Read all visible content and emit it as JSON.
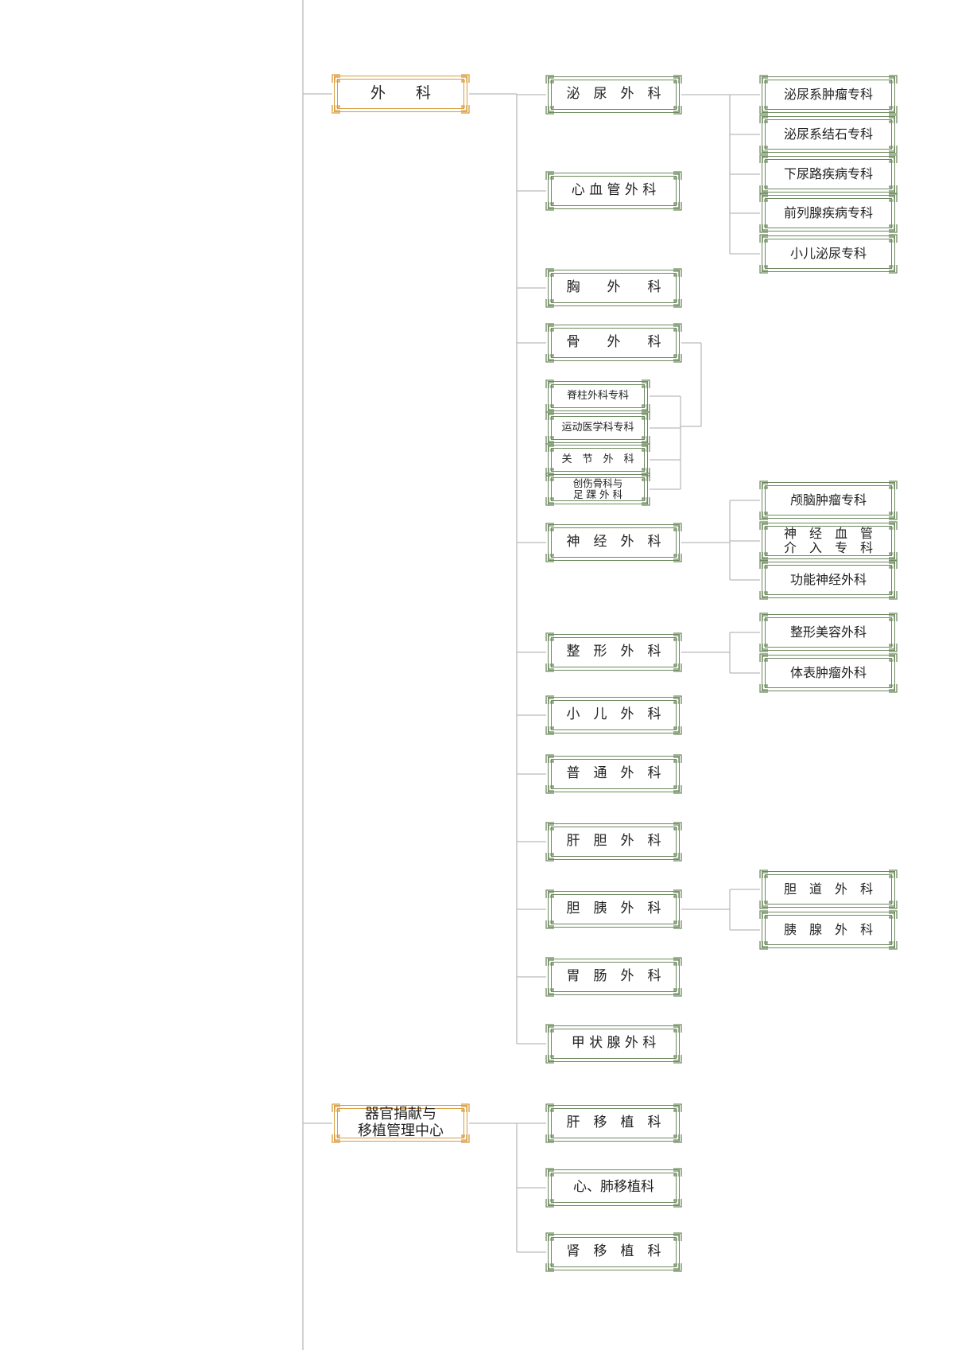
{
  "colors": {
    "line": "#bbbbbb",
    "green_frame": "#6d8a5e",
    "orange_frame": "#d99a3a",
    "text": "#222222"
  },
  "roots": [
    {
      "id": "surgery",
      "label": "外　　科"
    },
    {
      "id": "transplant",
      "label": "器官捐献与\n移植管理中心"
    }
  ],
  "departments": [
    {
      "id": "urology",
      "label": "泌　尿　外　科"
    },
    {
      "id": "cardiovascular",
      "label": "心 血 管 外 科"
    },
    {
      "id": "thoracic",
      "label": "胸　　外　　科"
    },
    {
      "id": "orthopedics",
      "label": "骨　　外　　科"
    },
    {
      "id": "neurosurgery",
      "label": "神　经　外　科"
    },
    {
      "id": "plastic",
      "label": "整　形　外　科"
    },
    {
      "id": "pediatric",
      "label": "小　儿　外　科"
    },
    {
      "id": "general",
      "label": "普　通　外　科"
    },
    {
      "id": "hepatobiliary",
      "label": "肝　胆　外　科"
    },
    {
      "id": "biliary_pancreatic",
      "label": "胆　胰　外　科"
    },
    {
      "id": "gastro",
      "label": "胃　肠　外　科"
    },
    {
      "id": "thyroid",
      "label": "甲 状 腺 外 科"
    },
    {
      "id": "liver_tx",
      "label": "肝　移　植　科"
    },
    {
      "id": "heart_lung_tx",
      "label": "心、肺移植科"
    },
    {
      "id": "kidney_tx",
      "label": "肾　移　植　科"
    }
  ],
  "specialties": {
    "urology": [
      "泌尿系肿瘤专科",
      "泌尿系结石专科",
      "下尿路疾病专科",
      "前列腺疾病专科",
      "小儿泌尿专科"
    ],
    "orthopedics": [
      "脊柱外科专科",
      "运动医学科专科",
      "关　节　外　科",
      "创伤骨科与\n足 踝 外 科"
    ],
    "neurosurgery": [
      "颅脑肿瘤专科",
      "神　经　血　管\n介　入　专　科",
      "功能神经外科"
    ],
    "plastic": [
      "整形美容外科",
      "体表肿瘤外科"
    ],
    "biliary_pancreatic": [
      "胆　道　外　科",
      "胰　腺　外　科"
    ]
  }
}
